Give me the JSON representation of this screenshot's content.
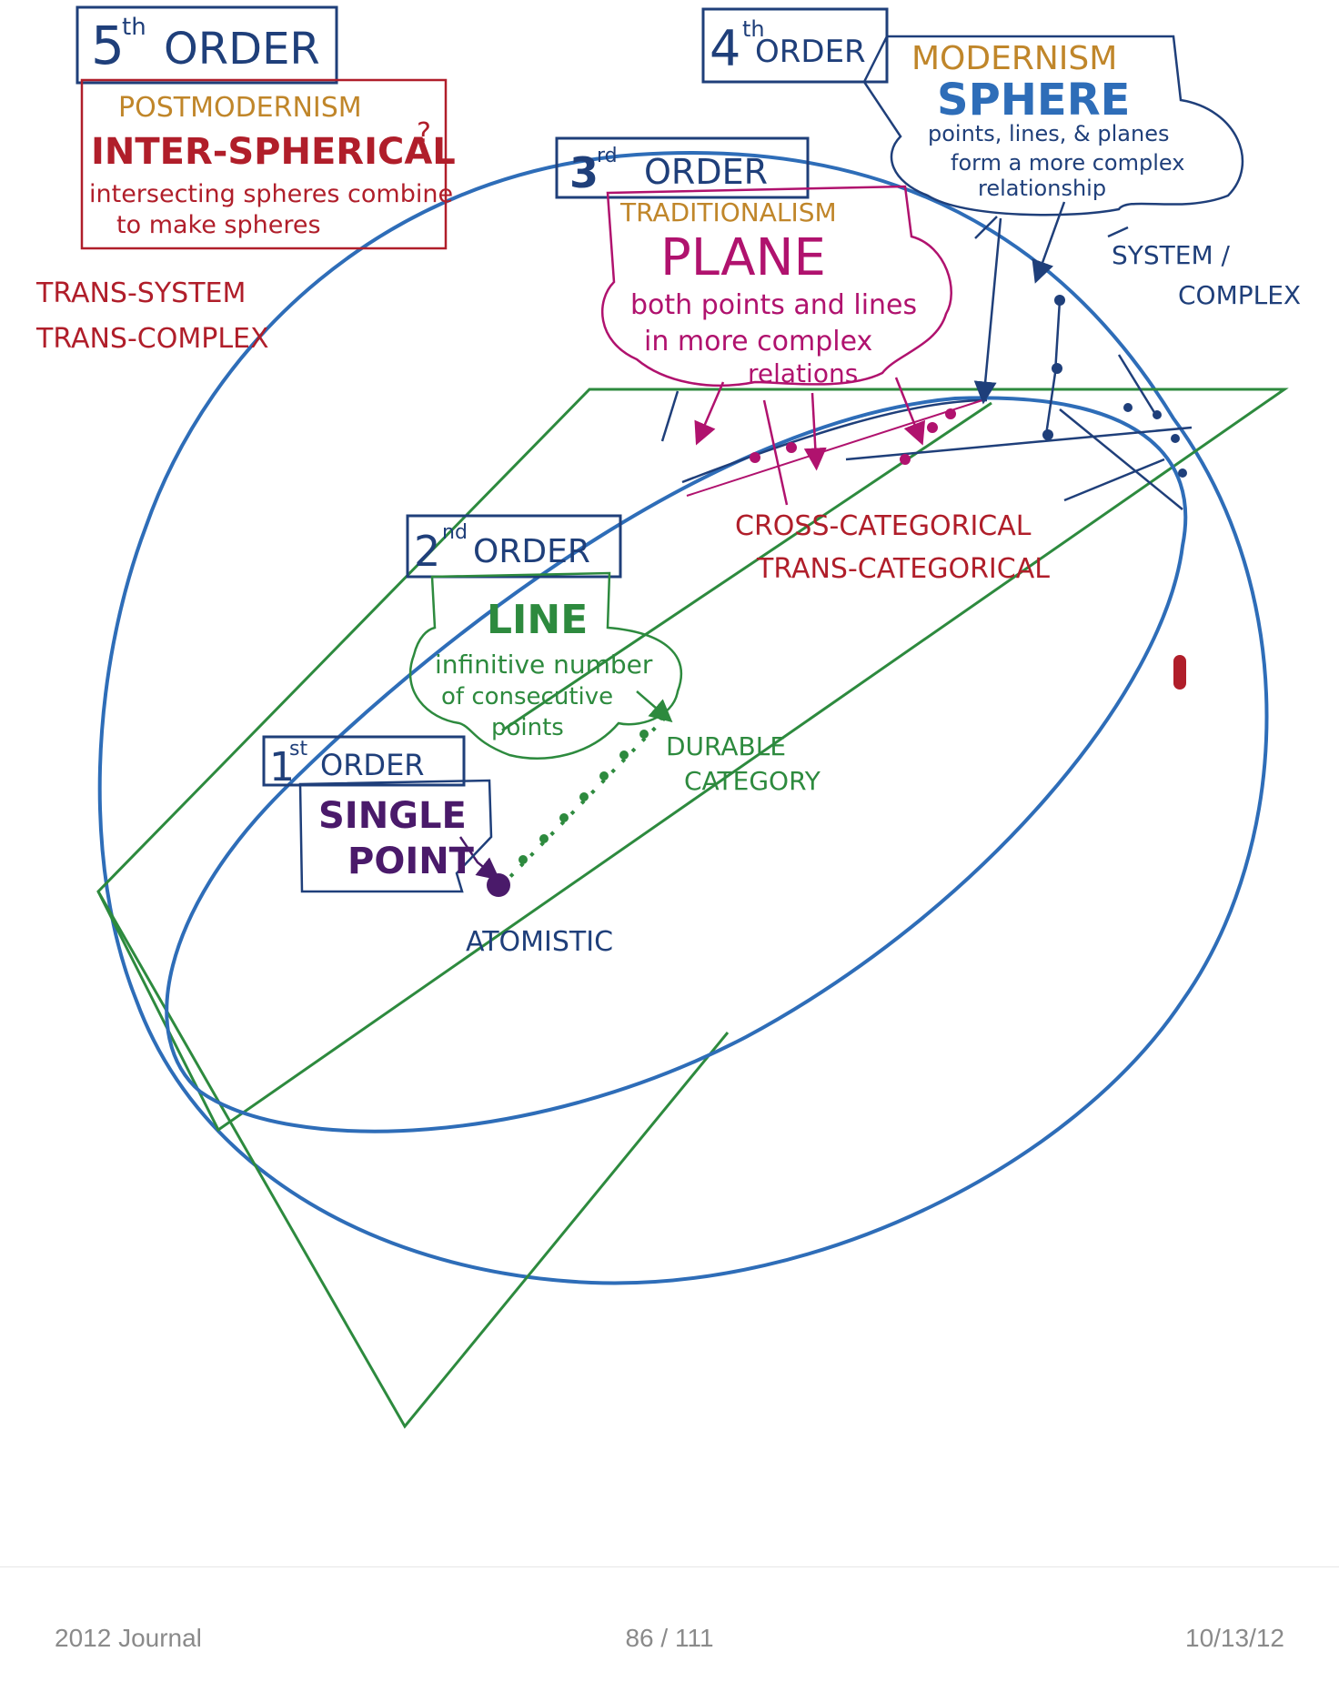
{
  "colors": {
    "navy": "#1f3f7a",
    "blue": "#2e6db8",
    "green": "#2d8a3e",
    "magenta": "#b0126e",
    "brown": "#c0862a",
    "red": "#b01e2a",
    "purple": "#4a1a6a"
  },
  "order5": {
    "title_num": "5",
    "title_sup": "th",
    "title_word": "ORDER",
    "movement": "POSTMODERNISM",
    "concept": "INTER-SPHERICAL",
    "concept_mark": "?",
    "desc_line1": "intersecting spheres combine",
    "desc_line2": "to make spheres"
  },
  "trans": {
    "line1": "TRANS-SYSTEM",
    "line2": "TRANS-COMPLEX"
  },
  "order4": {
    "title_num": "4",
    "title_sup": "th",
    "title_word": "ORDER",
    "movement": "MODERNISM",
    "concept": "SPHERE",
    "desc_line1": "points, lines, & planes",
    "desc_line2": "form a more complex",
    "desc_line3": "relationship"
  },
  "system": {
    "line1": "SYSTEM /",
    "line2": "COMPLEX"
  },
  "order3": {
    "title_num": "3",
    "title_sup": "rd",
    "title_word": "ORDER",
    "movement": "TRADITIONALISM",
    "concept": "PLANE",
    "desc_line1": "both points and lines",
    "desc_line2": "in more complex",
    "desc_line3": "relations"
  },
  "cross": {
    "line1": "CROSS-CATEGORICAL",
    "line2": "TRANS-CATEGORICAL"
  },
  "order2": {
    "title_num": "2",
    "title_sup": "nd",
    "title_word": "ORDER",
    "concept": "LINE",
    "desc_line1": "infinitive number",
    "desc_line2": "of consecutive",
    "desc_line3": "points"
  },
  "durable": {
    "line1": "DURABLE",
    "line2": "CATEGORY"
  },
  "order1": {
    "title_num": "1",
    "title_sup": "st",
    "title_word": "ORDER",
    "concept_line1": "SINGLE",
    "concept_line2": "POINT"
  },
  "atomistic": "ATOMISTIC",
  "footer": {
    "left": "2012 Journal",
    "center": "86 / 111",
    "right": "10/13/12"
  }
}
